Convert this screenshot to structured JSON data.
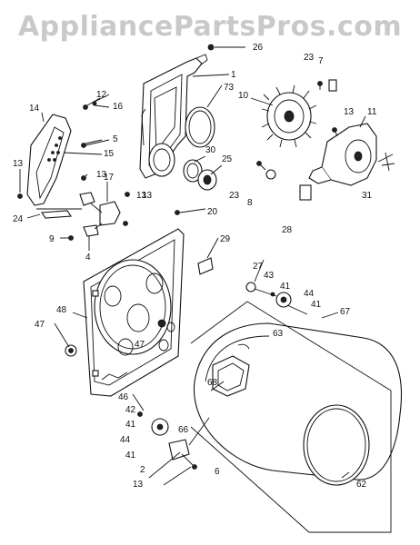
{
  "watermark": "AppliancePartsPros.com",
  "labels": [
    {
      "id": "p26",
      "text": "26"
    },
    {
      "id": "p1",
      "text": "1"
    },
    {
      "id": "p73",
      "text": "73"
    },
    {
      "id": "p23a",
      "text": "23"
    },
    {
      "id": "p7",
      "text": "7"
    },
    {
      "id": "p10",
      "text": "10"
    },
    {
      "id": "p13a",
      "text": "13"
    },
    {
      "id": "p11",
      "text": "11"
    },
    {
      "id": "p12",
      "text": "12"
    },
    {
      "id": "p16",
      "text": "16"
    },
    {
      "id": "p14",
      "text": "14"
    },
    {
      "id": "p5",
      "text": "5"
    },
    {
      "id": "p15",
      "text": "15"
    },
    {
      "id": "p13b",
      "text": "13"
    },
    {
      "id": "p13c",
      "text": "13"
    },
    {
      "id": "p17",
      "text": "17"
    },
    {
      "id": "p13d",
      "text": "13"
    },
    {
      "id": "p24",
      "text": "24"
    },
    {
      "id": "p30",
      "text": "30"
    },
    {
      "id": "p25",
      "text": "25"
    },
    {
      "id": "p23b",
      "text": "23"
    },
    {
      "id": "p8",
      "text": "8"
    },
    {
      "id": "p31",
      "text": "31"
    },
    {
      "id": "p28",
      "text": "28"
    },
    {
      "id": "p13e",
      "text": "13"
    },
    {
      "id": "p20",
      "text": "20"
    },
    {
      "id": "p9",
      "text": "9"
    },
    {
      "id": "p4",
      "text": "4"
    },
    {
      "id": "p29",
      "text": "29"
    },
    {
      "id": "p27",
      "text": "27"
    },
    {
      "id": "p43",
      "text": "43"
    },
    {
      "id": "p41a",
      "text": "41"
    },
    {
      "id": "p44a",
      "text": "44"
    },
    {
      "id": "p41b",
      "text": "41"
    },
    {
      "id": "p67",
      "text": "67"
    },
    {
      "id": "p48",
      "text": "48"
    },
    {
      "id": "p47a",
      "text": "47"
    },
    {
      "id": "p47b",
      "text": "47"
    },
    {
      "id": "p63",
      "text": "63"
    },
    {
      "id": "p68",
      "text": "68"
    },
    {
      "id": "p46",
      "text": "46"
    },
    {
      "id": "p42",
      "text": "42"
    },
    {
      "id": "p41c",
      "text": "41"
    },
    {
      "id": "p44b",
      "text": "44"
    },
    {
      "id": "p41d",
      "text": "41"
    },
    {
      "id": "p66",
      "text": "66"
    },
    {
      "id": "p2",
      "text": "2"
    },
    {
      "id": "p6",
      "text": "6"
    },
    {
      "id": "p13f",
      "text": "13"
    },
    {
      "id": "p62",
      "text": "62"
    }
  ]
}
